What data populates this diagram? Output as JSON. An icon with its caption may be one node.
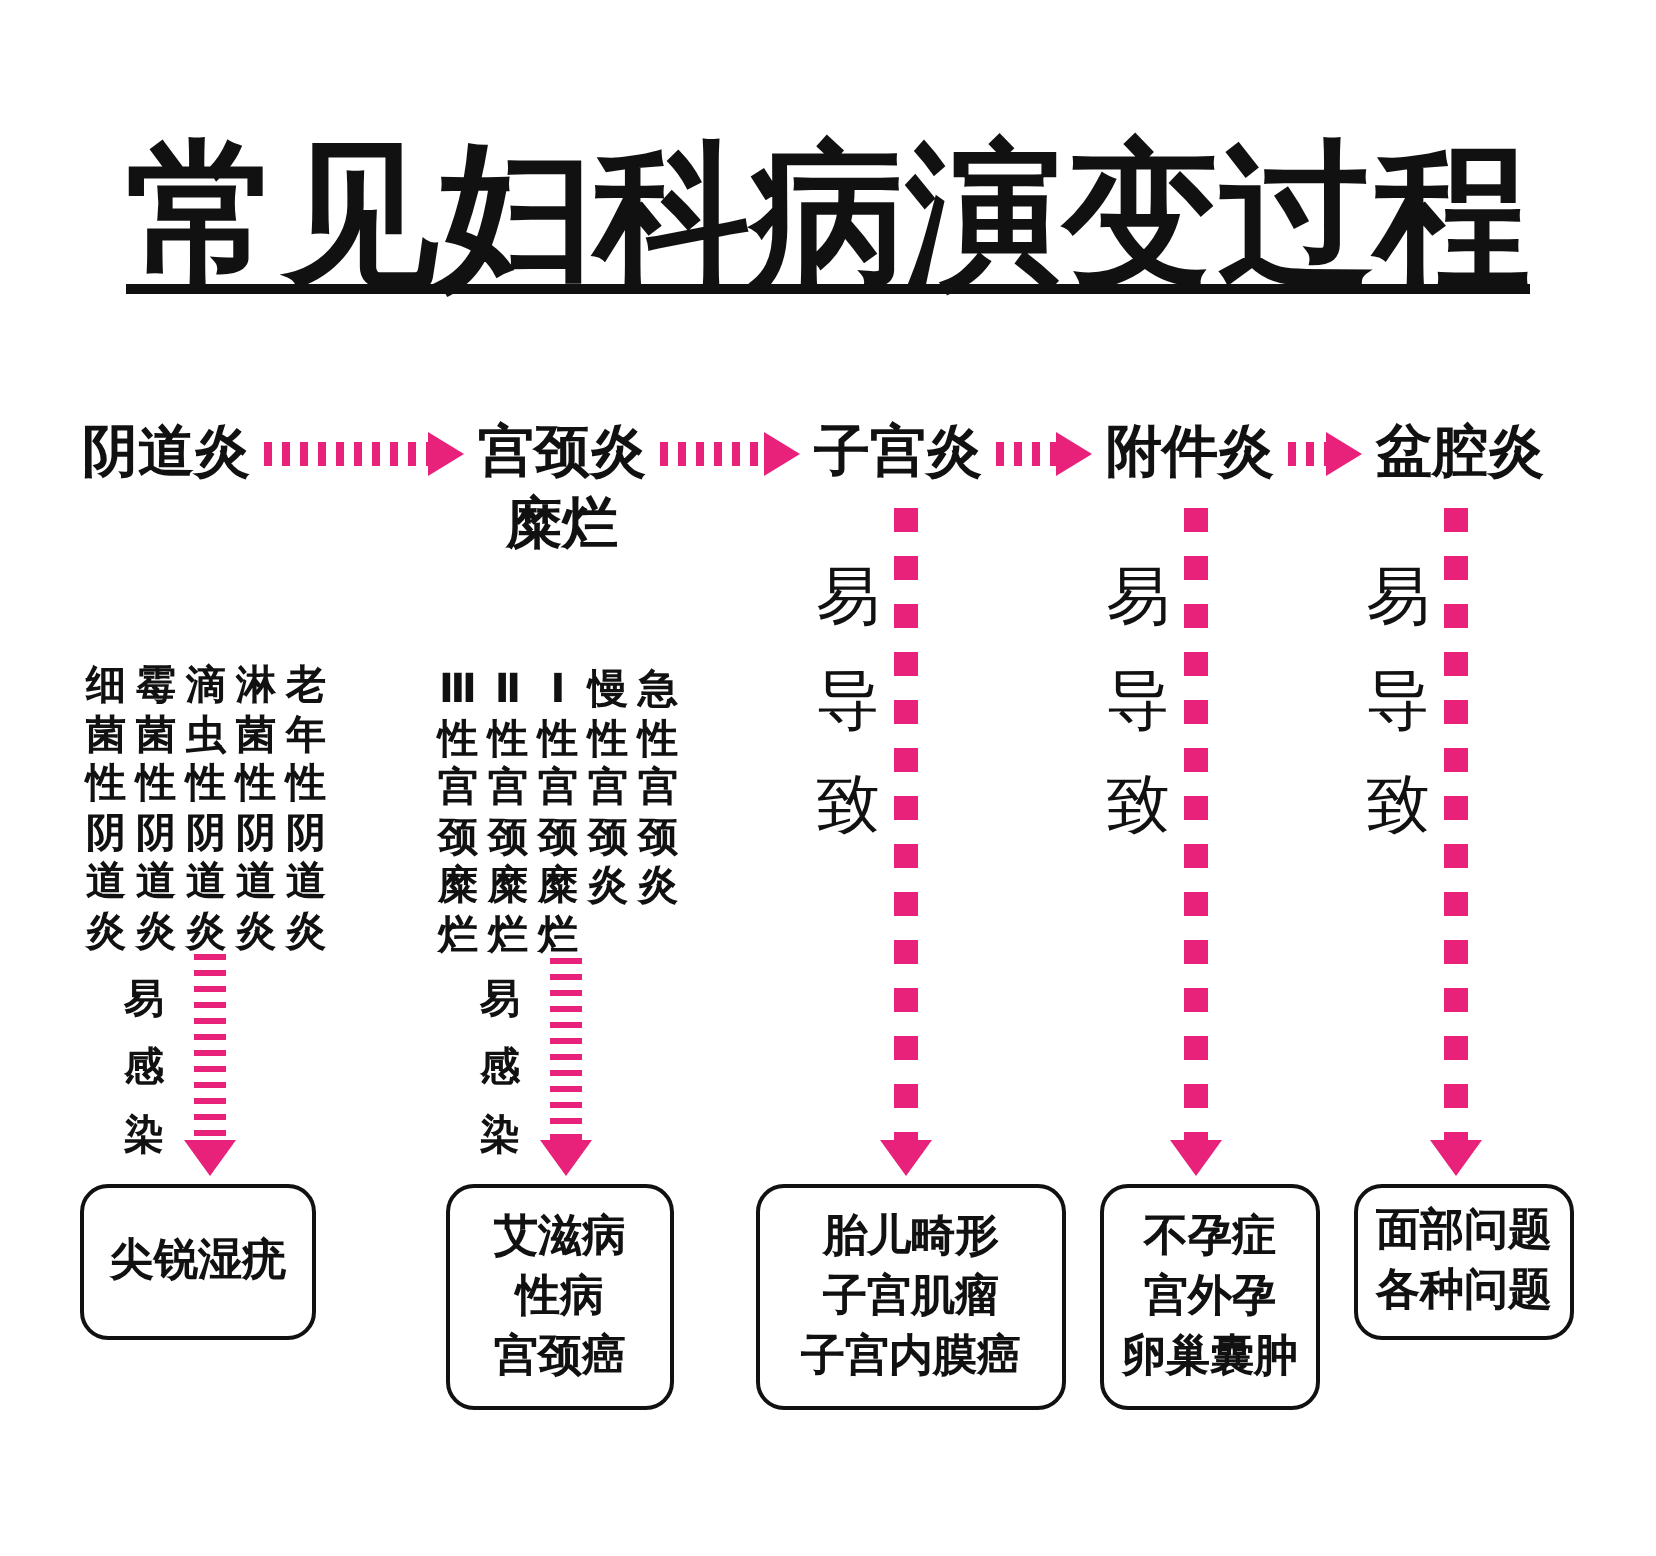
{
  "diagram": {
    "title": "常见妇科病演变过程",
    "nodes": [
      {
        "text": [
          "阴道炎"
        ]
      },
      {
        "text": [
          "宫颈炎糜烂"
        ]
      },
      {
        "text": [
          "子宫炎"
        ]
      },
      {
        "text": [
          "附件炎"
        ]
      },
      {
        "text": [
          "盆腔炎"
        ]
      },
      {
        "text": [
          "细菌性阴道炎",
          "霉菌性阴道炎",
          "滴虫性阴道炎",
          "淋菌性阴道炎",
          "老年性阴道炎"
        ]
      },
      {
        "text": [
          "Ⅲ性宫颈糜烂",
          "Ⅱ性宫颈糜烂",
          "Ⅰ性宫颈糜烂",
          "慢性宫颈炎",
          "急性宫颈炎"
        ]
      },
      {
        "text": [
          "尖锐湿疣"
        ]
      },
      {
        "text": [
          "艾滋病",
          "性病",
          "宫颈癌"
        ]
      },
      {
        "text": [
          "胎儿畸形",
          "子宫肌瘤",
          "子宫内膜癌"
        ]
      },
      {
        "text": [
          "不孕症",
          "宫外孕",
          "卵巢囊肿"
        ]
      },
      {
        "text": [
          "面部问题",
          "各种问题"
        ]
      }
    ],
    "edges": [
      {
        "from": 0,
        "to": 1,
        "arrow": "to"
      },
      {
        "from": 1,
        "to": 2,
        "arrow": "to"
      },
      {
        "from": 2,
        "to": 3,
        "arrow": "to"
      },
      {
        "from": 3,
        "to": 4,
        "arrow": "to"
      },
      {
        "from": 5,
        "to": 7,
        "arrow": "to",
        "label": "易感染"
      },
      {
        "from": 6,
        "to": 8,
        "arrow": "to",
        "label": "易感染"
      },
      {
        "from": 2,
        "to": 9,
        "arrow": "to",
        "label": "易导致"
      },
      {
        "from": 3,
        "to": 10,
        "arrow": "to",
        "label": "易导致"
      },
      {
        "from": 4,
        "to": 11,
        "arrow": "to",
        "label": "易导致"
      }
    ]
  }
}
